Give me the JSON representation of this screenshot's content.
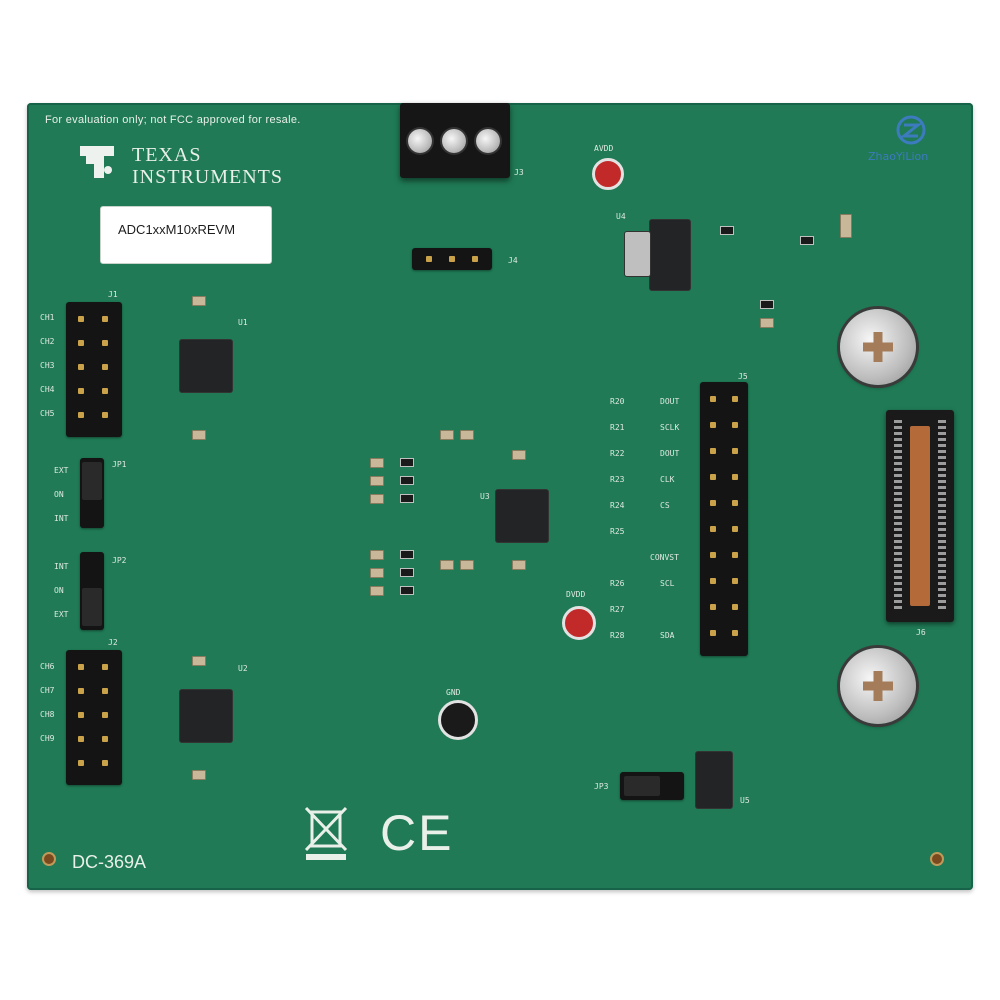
{
  "board": {
    "disclaimer": "For evaluation only; not FCC approved for resale.",
    "brand_line1": "TEXAS",
    "brand_line2": "INSTRUMENTS",
    "label_plate": "ADC1xxM10xREVM",
    "board_id": "DC-369A",
    "ce_mark": "CE"
  },
  "watermark": "ZhaoYiLion",
  "connectors": {
    "J1": "J1",
    "J2": "J2",
    "J3": "J3",
    "J4": "J4",
    "J5": "J5",
    "J6": "J6"
  },
  "jumpers": {
    "JP1": "JP1",
    "JP2": "JP2",
    "JP3": "JP3",
    "jp1_labels": [
      "EXT",
      "ON",
      "INT"
    ],
    "jp2_labels": [
      "INT",
      "ON",
      "EXT"
    ]
  },
  "testpoints": {
    "avdd": "AVDD",
    "dvdd": "DVDD",
    "gnd": "GND"
  },
  "j1_pin_labels": [
    "CH1",
    "CH2",
    "CH3",
    "CH4",
    "CH5"
  ],
  "j2_pin_labels": [
    "CH6",
    "CH7",
    "CH8",
    "CH9"
  ],
  "j5_labels": [
    "R20",
    "R21",
    "R22",
    "R23",
    "R24",
    "R25",
    "R26",
    "R27",
    "R28"
  ],
  "j5_signals": [
    "DOUT",
    "SCLK",
    "DOUT",
    "CLK",
    "CS",
    "",
    "CONVST",
    "SCL",
    "SDA"
  ],
  "ics": {
    "u1": "U1",
    "u2": "U2",
    "u3": "U3",
    "u4": "U4",
    "u5": "U5"
  }
}
